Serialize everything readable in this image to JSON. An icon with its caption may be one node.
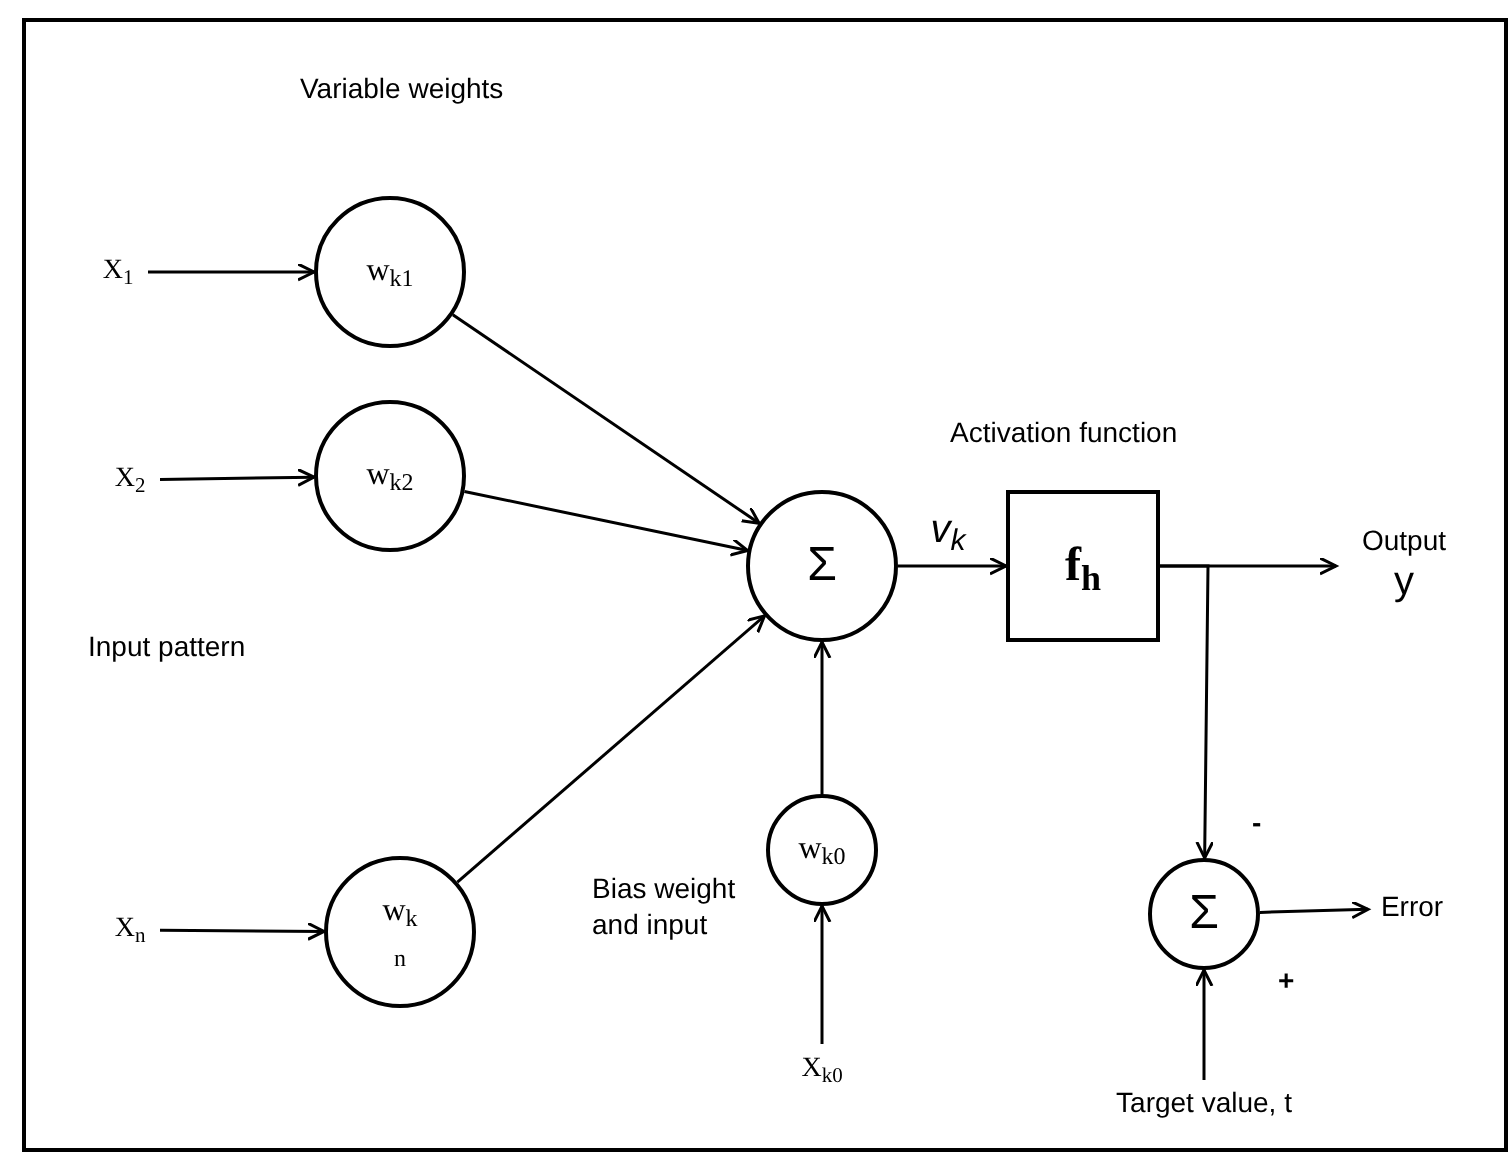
{
  "diagram": {
    "nodes": [
      {
        "text": [
          "X$_{1}$"
        ]
      },
      {
        "text": [
          "w$_{k1}$"
        ]
      },
      {
        "text": [
          "X$_{2}$"
        ]
      },
      {
        "text": [
          "w$_{k2}$"
        ]
      },
      {
        "text": [
          "Σ"
        ]
      },
      {
        "text": [
          "f$_{h}$"
        ],
        "beside": [
          "Activation function"
        ]
      },
      {
        "text": [
          "Output",
          "y"
        ]
      },
      {
        "text": [
          "X$_{n}$"
        ]
      },
      {
        "text": [
          "w$_{k}$ $_{n}$"
        ]
      },
      {
        "text": [
          "w$_{k0}$"
        ]
      },
      {
        "text": [
          "Σ"
        ]
      },
      {
        "text": [
          "Error"
        ]
      },
      {
        "text": [
          "X$_{k0}$"
        ]
      },
      {
        "text": [
          "Target value, t"
        ]
      }
    ],
    "edges": [
      {
        "from": 0,
        "to": 1,
        "arrow": "to"
      },
      {
        "from": 2,
        "to": 3,
        "arrow": "to"
      },
      {
        "from": 7,
        "to": 8,
        "arrow": "to"
      },
      {
        "from": 1,
        "to": 4,
        "arrow": "to"
      },
      {
        "from": 3,
        "to": 4,
        "arrow": "to"
      },
      {
        "from": 8,
        "to": 4,
        "arrow": "to"
      },
      {
        "from": 9,
        "to": 4,
        "arrow": "to"
      },
      {
        "from": 12,
        "to": 9,
        "arrow": "to"
      },
      {
        "from": 4,
        "to": 5,
        "arrow": "to",
        "label": "v$_{k}$"
      },
      {
        "from": 5,
        "to": 6,
        "arrow": "to"
      },
      {
        "from": 5,
        "to": 10,
        "arrow": "to"
      },
      {
        "from": 10,
        "to": 11,
        "arrow": "to"
      },
      {
        "from": 13,
        "to": 10,
        "arrow": "to"
      }
    ],
    "labels": [
      "Variable weights",
      "Input pattern",
      "Bias weight and input",
      "-",
      "+"
    ]
  }
}
